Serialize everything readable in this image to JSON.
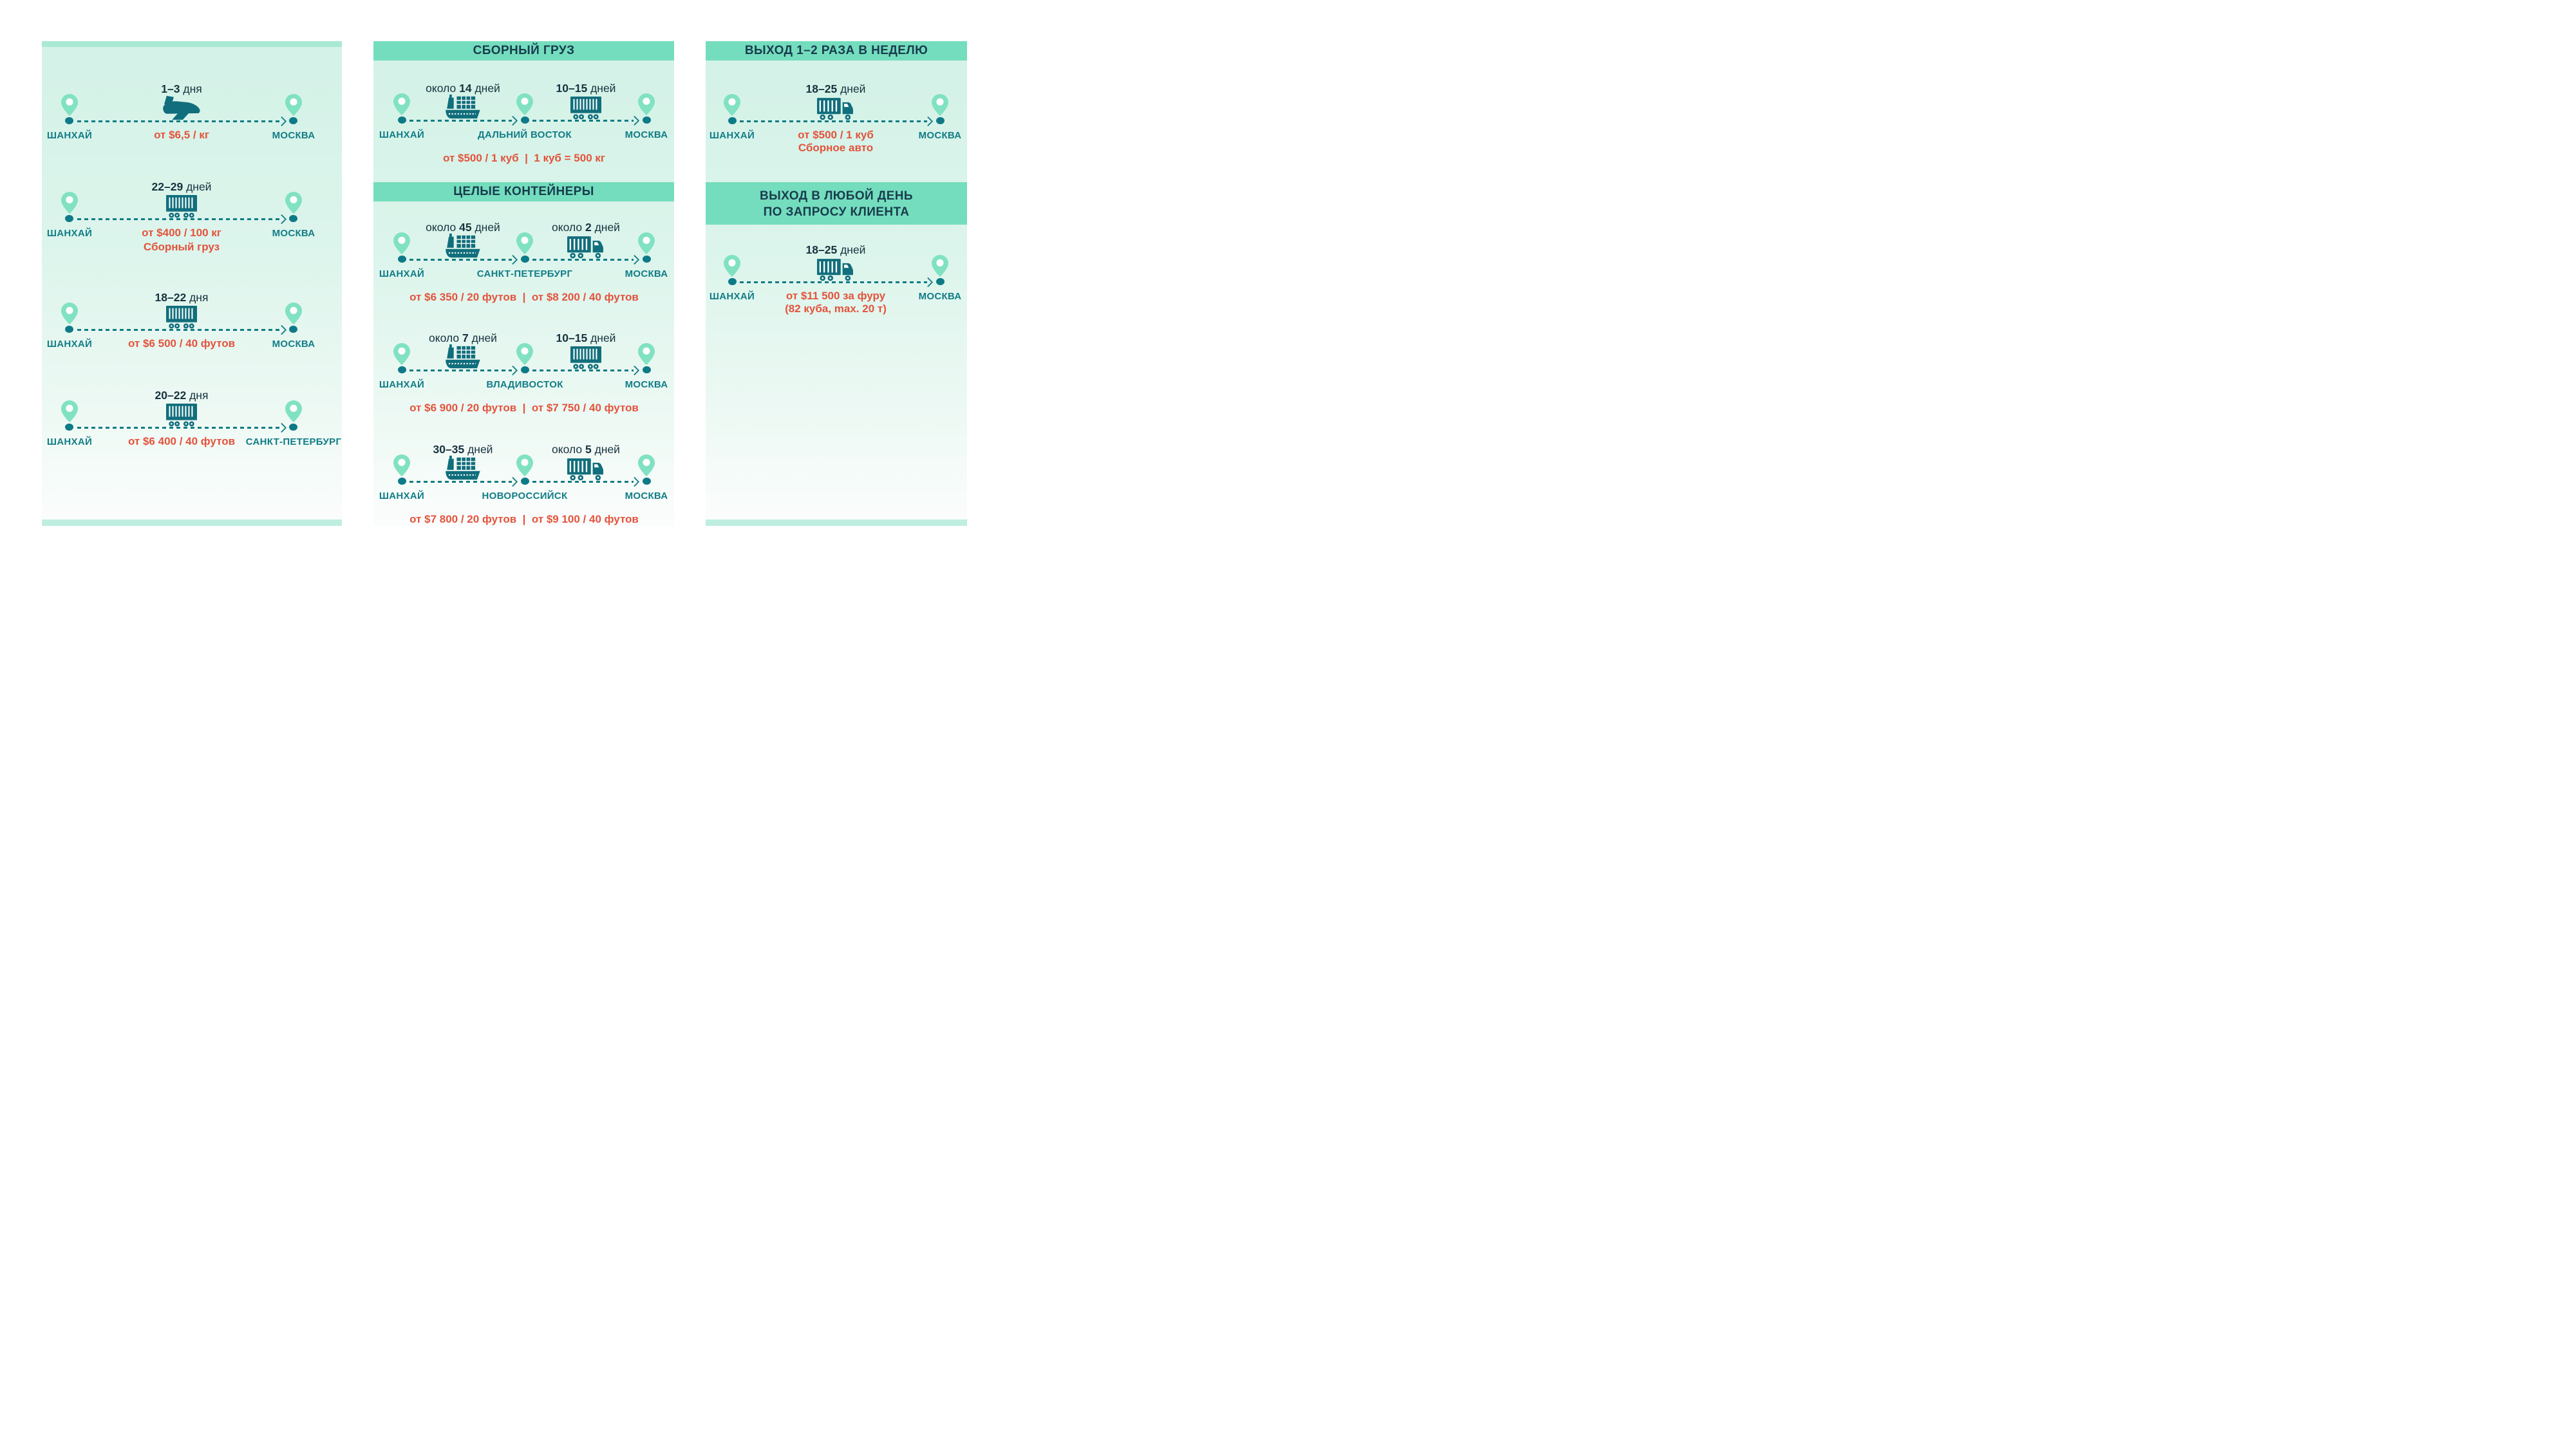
{
  "palette": {
    "header_band": "#74ddbd",
    "card_top_bar": "#a9e9d4",
    "card_bottom_bar": "#bfeee0",
    "card_bg_top": "#d4f2e7",
    "card_bg_bottom": "#fbfdfc",
    "header_text": "#183c4e",
    "duration_text": "#16323e",
    "city_text": "#127d87",
    "price_text": "#e4533c",
    "icon_teal": "#116e7c",
    "pin_fill": "#80e2c2"
  },
  "cards": {
    "left": {
      "routes": [
        {
          "dur": {
            "pre": "",
            "num": "1–3",
            "post": " дня"
          },
          "icon": "plane-icon",
          "from": "ШАНХАЙ",
          "to": "МОСКВА",
          "price": "от $6,5 / кг",
          "price2": ""
        },
        {
          "dur": {
            "pre": "",
            "num": "22–29",
            "post": " дней"
          },
          "icon": "railcar-icon",
          "from": "ШАНХАЙ",
          "to": "МОСКВА",
          "price": "от $400 / 100 кг",
          "price2": "Сборный груз"
        },
        {
          "dur": {
            "pre": "",
            "num": "18–22",
            "post": " дня"
          },
          "icon": "railcar-icon",
          "from": "ШАНХАЙ",
          "to": "МОСКВА",
          "price": "от $6 500 / 40 футов",
          "price2": ""
        },
        {
          "dur": {
            "pre": "",
            "num": "20–22",
            "post": " дня"
          },
          "icon": "railcar-icon",
          "from": "ШАНХАЙ",
          "to": "САНКТ-ПЕТЕРБУРГ",
          "price": "от $6 400 / 40 футов",
          "price2": ""
        }
      ]
    },
    "middle": {
      "header1": "СБОРНЫЙ ГРУЗ",
      "header2": "ЦЕЛЫЕ КОНТЕЙНЕРЫ",
      "routes": [
        {
          "leg1": {
            "pre": "около ",
            "num": "14",
            "post": " дней"
          },
          "leg2": {
            "pre": "",
            "num": "10–15",
            "post": " дней"
          },
          "icon1": "ship-icon",
          "icon2": "railcar-icon",
          "from": "ШАНХАЙ",
          "via": "ДАЛЬНИЙ ВОСТОК",
          "to": "МОСКВА",
          "price": "от $500 / 1 куб  |  1 куб = 500 кг"
        },
        {
          "leg1": {
            "pre": "около ",
            "num": "45",
            "post": " дней"
          },
          "leg2": {
            "pre": "около ",
            "num": "2",
            "post": " дней"
          },
          "icon1": "ship-icon",
          "icon2": "truck-icon",
          "from": "ШАНХАЙ",
          "via": "САНКТ-ПЕТЕРБУРГ",
          "to": "МОСКВА",
          "price": "от $6 350 / 20 футов  |  от $8 200 / 40 футов"
        },
        {
          "leg1": {
            "pre": "около ",
            "num": "7",
            "post": " дней"
          },
          "leg2": {
            "pre": "",
            "num": "10–15",
            "post": " дней"
          },
          "icon1": "ship-icon",
          "icon2": "railcar-icon",
          "from": "ШАНХАЙ",
          "via": "ВЛАДИВОСТОК",
          "to": "МОСКВА",
          "price": "от $6 900 / 20 футов  |  от $7 750 / 40 футов"
        },
        {
          "leg1": {
            "pre": "",
            "num": "30–35",
            "post": " дней"
          },
          "leg2": {
            "pre": "около ",
            "num": "5",
            "post": " дней"
          },
          "icon1": "ship-icon",
          "icon2": "truck-icon",
          "from": "ШАНХАЙ",
          "via": "НОВОРОССИЙСК",
          "to": "МОСКВА",
          "price": "от $7 800 / 20 футов  |  от $9 100 / 40 футов"
        }
      ]
    },
    "right": {
      "header1": "ВЫХОД 1–2 РАЗА В НЕДЕЛЮ",
      "header2_line1": "ВЫХОД В ЛЮБОЙ ДЕНЬ",
      "header2_line2": "ПО ЗАПРОСУ КЛИЕНТА",
      "routes": [
        {
          "dur": {
            "pre": "",
            "num": "18–25",
            "post": " дней"
          },
          "icon": "truck-icon",
          "from": "ШАНХАЙ",
          "to": "МОСКВА",
          "price": "от $500 / 1 куб",
          "price2": "Сборное авто"
        },
        {
          "dur": {
            "pre": "",
            "num": "18–25",
            "post": " дней"
          },
          "icon": "truck-icon",
          "from": "ШАНХАЙ",
          "to": "МОСКВА",
          "price": "от $11 500 за фуру",
          "price2": "(82 куба, max. 20 т)"
        }
      ]
    }
  }
}
